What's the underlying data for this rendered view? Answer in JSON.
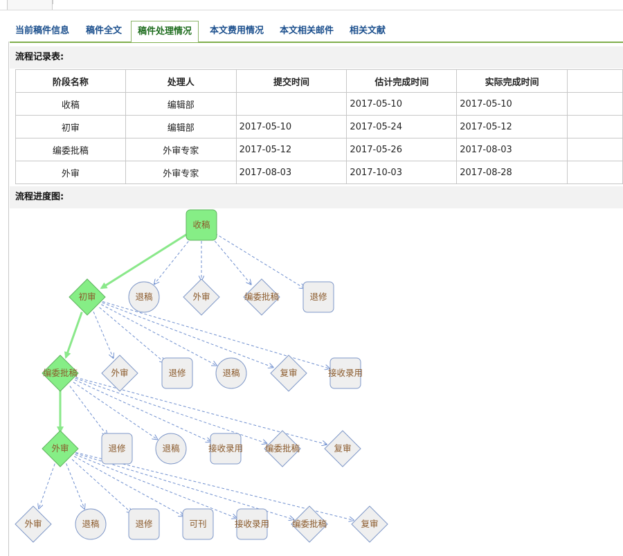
{
  "tabs": [
    {
      "label": "当前稿件信息",
      "active": false
    },
    {
      "label": "稿件全文",
      "active": false
    },
    {
      "label": "稿件处理情况",
      "active": true
    },
    {
      "label": "本文费用情况",
      "active": false
    },
    {
      "label": "本文相关邮件",
      "active": false
    },
    {
      "label": "相关文献",
      "active": false
    }
  ],
  "records_title": "流程记录表:",
  "progress_title": "流程进度图:",
  "table": {
    "headers": [
      "阶段名称",
      "处理人",
      "提交时间",
      "估计完成时间",
      "实际完成时间",
      ""
    ],
    "rows": [
      [
        "收稿",
        "编辑部",
        "",
        "2017-05-10",
        "2017-05-10",
        ""
      ],
      [
        "初审",
        "编辑部",
        "2017-05-10",
        "2017-05-24",
        "2017-05-12",
        ""
      ],
      [
        "编委批稿",
        "外审专家",
        "2017-05-12",
        "2017-05-26",
        "2017-08-03",
        ""
      ],
      [
        "外审",
        "外审专家",
        "2017-08-03",
        "2017-10-03",
        "2017-08-28",
        ""
      ]
    ]
  },
  "diagram": {
    "colors": {
      "done_fill": "#86ee86",
      "done_stroke": "#5eb25e",
      "todo_fill": "#efefef",
      "todo_stroke": "#7e97c8",
      "done_edge": "#8ae88a",
      "todo_edge": "#6f8fcf",
      "label": "#8b5a2b"
    },
    "nodes": {
      "n0": {
        "label": "收稿",
        "shape": "rect",
        "done": true
      },
      "n1": {
        "label": "初审",
        "shape": "diamond",
        "done": true
      },
      "n2": {
        "label": "退稿",
        "shape": "circle"
      },
      "n3": {
        "label": "外审",
        "shape": "diamond"
      },
      "n4": {
        "label": "编委批稿",
        "shape": "diamond"
      },
      "n5": {
        "label": "退修",
        "shape": "rect"
      },
      "n6": {
        "label": "编委批稿",
        "shape": "diamond",
        "done": true
      },
      "n7": {
        "label": "外审",
        "shape": "diamond"
      },
      "n8": {
        "label": "退修",
        "shape": "rect"
      },
      "n9": {
        "label": "退稿",
        "shape": "circle"
      },
      "n10": {
        "label": "复审",
        "shape": "diamond"
      },
      "n11": {
        "label": "接收录用",
        "shape": "rect"
      },
      "n12": {
        "label": "外审",
        "shape": "diamond",
        "done": true
      },
      "n13": {
        "label": "退修",
        "shape": "rect"
      },
      "n14": {
        "label": "退稿",
        "shape": "circle"
      },
      "n15": {
        "label": "接收录用",
        "shape": "rect"
      },
      "n16": {
        "label": "编委批稿",
        "shape": "diamond"
      },
      "n17": {
        "label": "复审",
        "shape": "diamond"
      },
      "n18": {
        "label": "外审",
        "shape": "diamond"
      },
      "n19": {
        "label": "退稿",
        "shape": "circle"
      },
      "n20": {
        "label": "退修",
        "shape": "rect"
      },
      "n21": {
        "label": "可刊",
        "shape": "rect"
      },
      "n22": {
        "label": "接收录用",
        "shape": "rect"
      },
      "n23": {
        "label": "编委批稿",
        "shape": "diamond"
      },
      "n24": {
        "label": "复审",
        "shape": "diamond"
      }
    },
    "edges": [
      {
        "from": "n0",
        "to": "n1",
        "done": true
      },
      {
        "from": "n0",
        "to": "n2"
      },
      {
        "from": "n0",
        "to": "n3"
      },
      {
        "from": "n0",
        "to": "n4"
      },
      {
        "from": "n0",
        "to": "n5"
      },
      {
        "from": "n1",
        "to": "n6",
        "done": true
      },
      {
        "from": "n1",
        "to": "n7"
      },
      {
        "from": "n1",
        "to": "n8"
      },
      {
        "from": "n1",
        "to": "n9"
      },
      {
        "from": "n1",
        "to": "n10"
      },
      {
        "from": "n1",
        "to": "n11"
      },
      {
        "from": "n6",
        "to": "n12",
        "done": true
      },
      {
        "from": "n6",
        "to": "n13"
      },
      {
        "from": "n6",
        "to": "n14"
      },
      {
        "from": "n6",
        "to": "n15"
      },
      {
        "from": "n6",
        "to": "n16"
      },
      {
        "from": "n6",
        "to": "n17"
      },
      {
        "from": "n12",
        "to": "n18"
      },
      {
        "from": "n12",
        "to": "n19"
      },
      {
        "from": "n12",
        "to": "n20"
      },
      {
        "from": "n12",
        "to": "n21"
      },
      {
        "from": "n12",
        "to": "n22"
      },
      {
        "from": "n12",
        "to": "n23"
      },
      {
        "from": "n12",
        "to": "n24"
      }
    ]
  }
}
